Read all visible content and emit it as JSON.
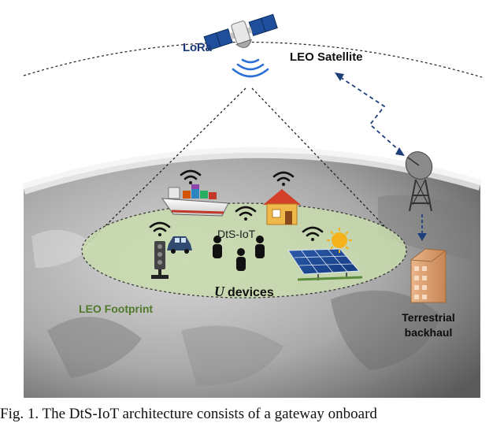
{
  "labels": {
    "lora": "LoRa",
    "leo_satellite": "LEO Satellite",
    "dts_iot": "DtS-IoT",
    "u_symbol": "U",
    "devices": "devices",
    "leo_footprint": "LEO Footprint",
    "terrestrial_backhaul": "Terrestrial backhaul"
  },
  "caption": "Fig. 1. The DtS-IoT architecture consists of a gateway onboard",
  "colors": {
    "link_arrow": "#1f3f7a",
    "footprint_fill": "#c9dcae",
    "lora_text": "#1a3a7a",
    "footprint_text": "#4f7a2c"
  },
  "icons": [
    "satellite-icon",
    "signal-waves-icon",
    "wifi-icon",
    "ship-icon",
    "house-icon",
    "traffic-light-icon",
    "car-icon",
    "person-icon",
    "solar-panel-icon",
    "sun-icon",
    "dish-antenna-icon",
    "building-icon"
  ]
}
